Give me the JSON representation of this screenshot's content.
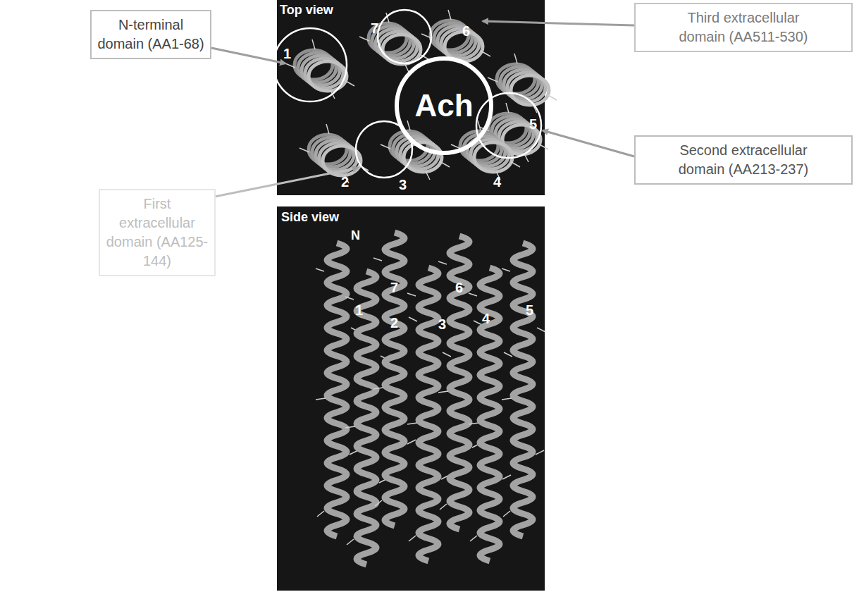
{
  "diagram": {
    "nodes": [
      {
        "text": [
          "N-terminal domain (AA1-68)"
        ]
      },
      {
        "text": [
          "Third extracellular domain (AA511-530)"
        ]
      },
      {
        "text": [
          "Ach"
        ]
      },
      {
        "text": [
          "Second extracellular domain (AA213-237)"
        ]
      },
      {
        "text": [
          "First extracellular domain (AA125-144)"
        ]
      }
    ],
    "labels": [
      "Top view",
      "7",
      "6",
      "1",
      "2",
      "3",
      "4",
      "5",
      "Side view",
      "N",
      "1",
      "7",
      "6",
      "2",
      "3",
      "4",
      "5"
    ]
  }
}
